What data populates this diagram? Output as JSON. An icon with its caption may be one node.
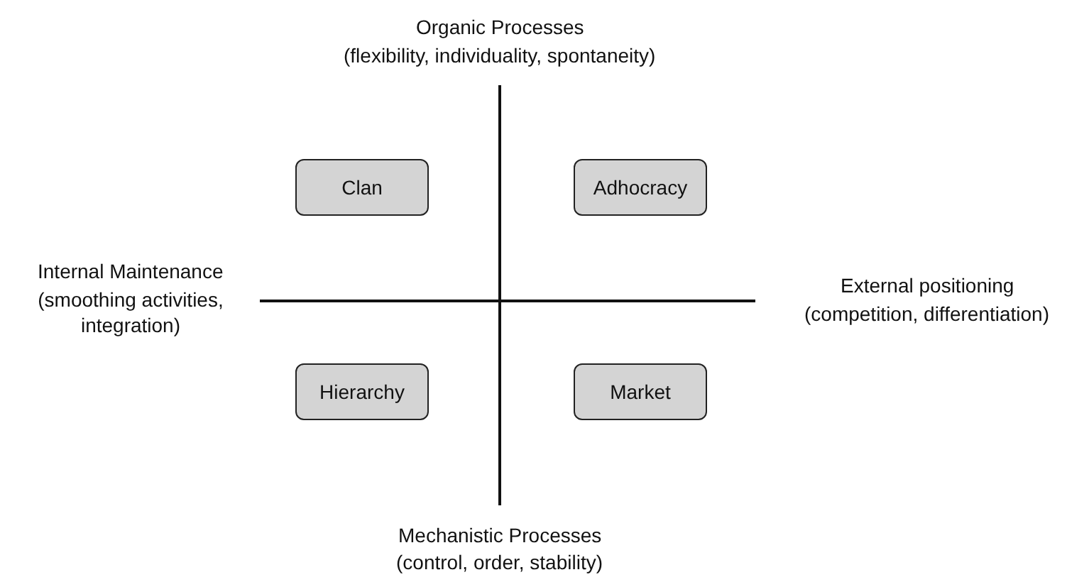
{
  "diagram": {
    "nodes": [
      {
        "text": [
          "Clan"
        ]
      },
      {
        "text": [
          "Adhocracy"
        ]
      },
      {
        "text": [
          "Hierarchy"
        ]
      },
      {
        "text": [
          "Market"
        ]
      }
    ],
    "edges": [],
    "labels": [
      "Organic Processes",
      "(flexibility, individuality, spontaneity)",
      "Internal Maintenance",
      "(smoothing activities, integration)",
      "External positioning",
      "(competition, differentiation)",
      "Mechanistic Processes",
      "(control, order, stability)"
    ]
  }
}
